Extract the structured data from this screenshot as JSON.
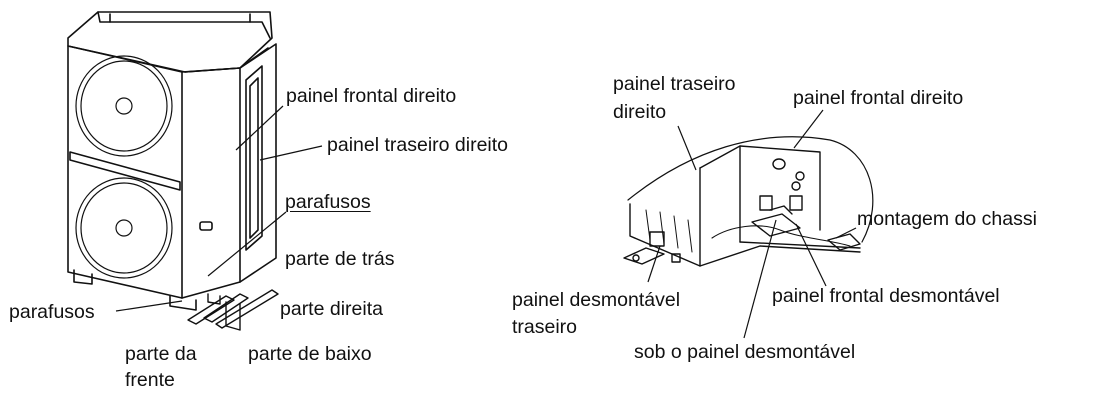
{
  "left_figure": {
    "labels": {
      "front_right_panel": "painel frontal direito",
      "rear_right_panel": "painel traseiro direito",
      "screws_right": "parafusos",
      "back_side": "parte de trás",
      "screws_left": "parafusos",
      "right_side": "parte direita",
      "front_side_line1": "parte da",
      "front_side_line2": "frente",
      "bottom_side": "parte de baixo"
    }
  },
  "right_figure": {
    "labels": {
      "rear_right_panel_line1": "painel traseiro",
      "rear_right_panel_line2": "direito",
      "front_right_panel": "painel frontal direito",
      "chassis_mount": "montagem do chassi",
      "removable_rear_panel_line1": "painel desmontável",
      "removable_rear_panel_line2": "traseiro",
      "removable_front_panel": "painel frontal desmontável",
      "under_removable_panel": "sob o painel desmontável"
    }
  },
  "colors": {
    "line": "#111111",
    "background": "#ffffff"
  }
}
